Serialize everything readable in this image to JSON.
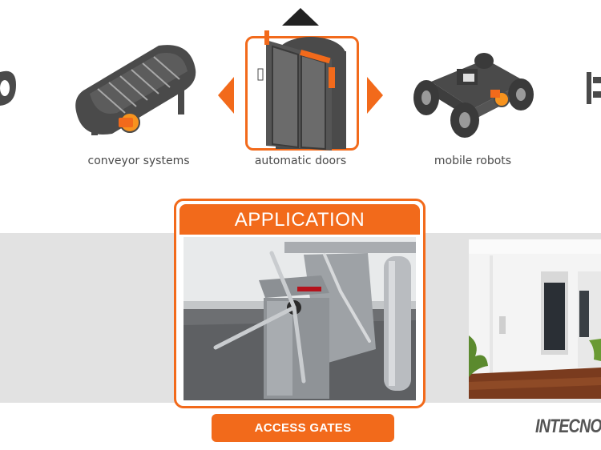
{
  "carousel": {
    "items": [
      {
        "label": "",
        "icon": "partial-device-left-icon"
      },
      {
        "label": "conveyor systems",
        "icon": "conveyor-icon"
      },
      {
        "label": "automatic doors",
        "icon": "automatic-door-icon",
        "selected": true
      },
      {
        "label": "mobile robots",
        "icon": "mobile-robot-icon"
      },
      {
        "label": "",
        "icon": "partial-device-right-icon"
      }
    ]
  },
  "application": {
    "header": "APPLICATION",
    "photo": "turnstile-photo"
  },
  "action_button": {
    "label": "ACCESS GATES"
  },
  "brand": {
    "name": "INTECNO"
  },
  "colors": {
    "accent": "#f26a1b",
    "icon_dark": "#4a4a4a",
    "band": "#e2e2e2"
  }
}
